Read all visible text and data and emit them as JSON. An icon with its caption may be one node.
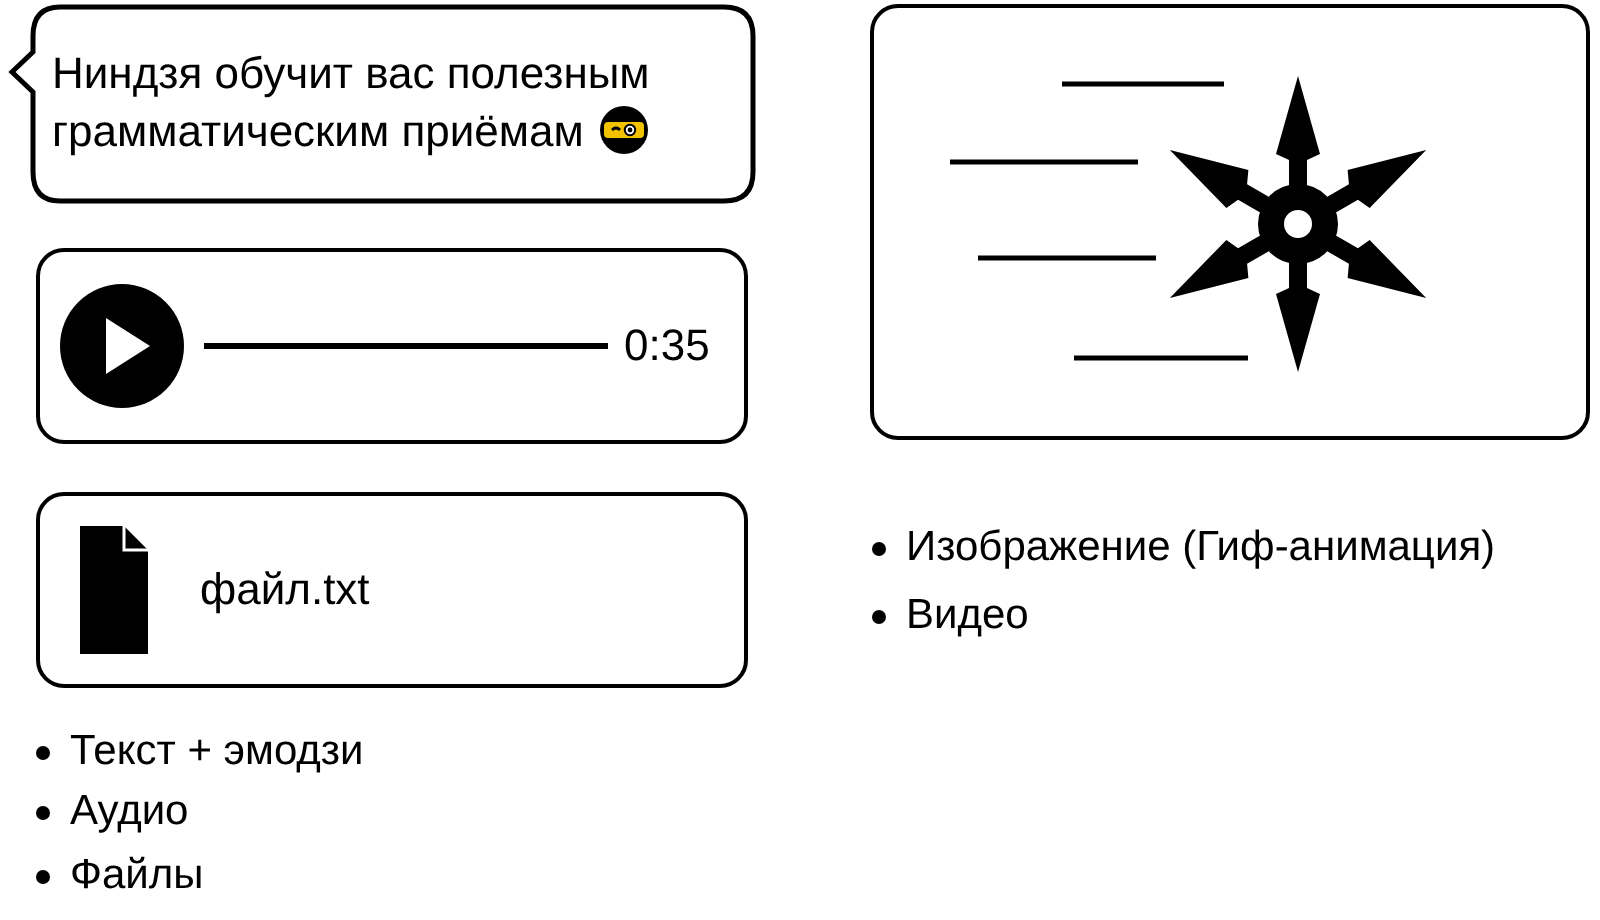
{
  "diagram": {
    "nodes": [
      {
        "text": [
          "Ниндзя обучит вас полезным грамматическим приёмам"
        ]
      },
      {
        "text": [
          "0:35"
        ]
      },
      {
        "text": [
          "файл.txt"
        ]
      },
      {
        "text": [],
        "shape": "box"
      }
    ],
    "labels": [
      "Текст + эмодзи",
      "Аудио",
      "Файлы",
      "Изображение (Гиф-анимация)",
      "Видео"
    ]
  }
}
